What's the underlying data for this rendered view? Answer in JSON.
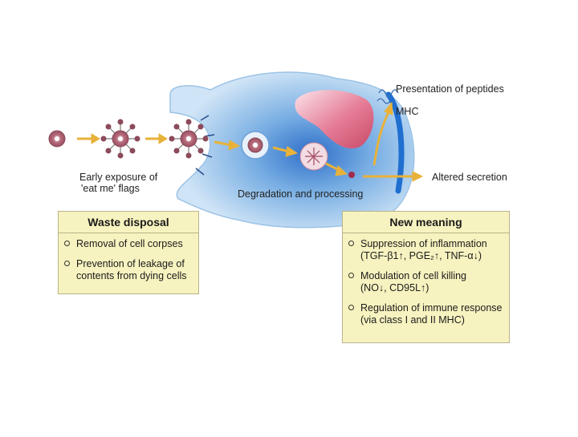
{
  "labels": {
    "presentation": "Presentation of peptides",
    "mhc": "MHC",
    "early_exposure_line1": "Early exposure of",
    "early_exposure_line2": "'eat me' flags",
    "degradation": "Degradation and processing",
    "altered_secretion": "Altered secretion"
  },
  "waste_disposal": {
    "title": "Waste disposal",
    "items": [
      {
        "line1": "Removal of cell corpses",
        "line2": ""
      },
      {
        "line1": "Prevention of leakage of",
        "line2": "contents from dying cells"
      }
    ]
  },
  "new_meaning": {
    "title": "New meaning",
    "items": [
      {
        "line1": "Suppression of inflammation",
        "line2": "(TGF-β1↑, PGE₂↑, TNF-α↓)"
      },
      {
        "line1": "Modulation of cell killing",
        "line2": "(NO↓, CD95L↑)"
      },
      {
        "line1": "Regulation of immune response",
        "line2": "(via class I and II MHC)"
      }
    ]
  },
  "colors": {
    "cell_fill": "#a9cfee",
    "cell_core": "#3f7fd0",
    "nucleus": "#e07a93",
    "box_fill": "#f7f3c0",
    "arrow": "#e8b23a",
    "dying_cell": "#b9737f"
  }
}
